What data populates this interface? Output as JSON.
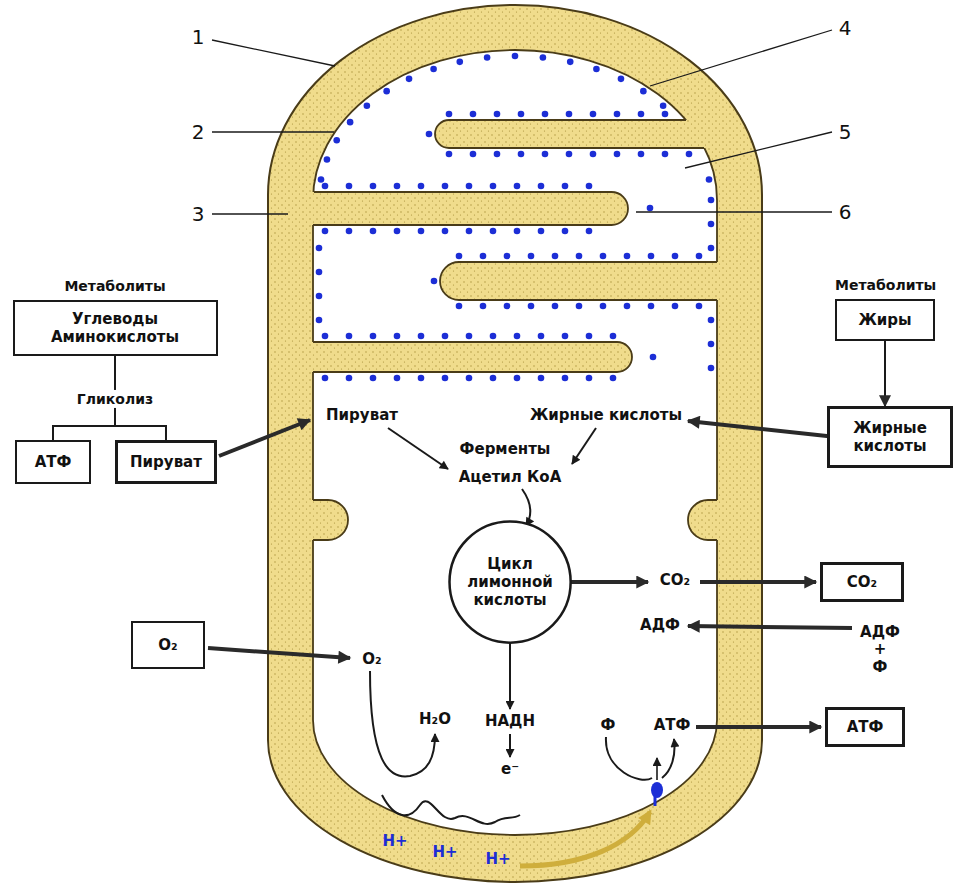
{
  "diagram": {
    "nodes": [
      {
        "text": [
          "Метаболиты",
          "Углеводы Аминокислоты"
        ]
      },
      {
        "text": [
          "Метаболиты",
          "Жиры"
        ]
      },
      {
        "text": [
          "АТФ"
        ]
      },
      {
        "text": [
          "Пируват"
        ]
      },
      {
        "text": [
          "Жирные кислоты"
        ]
      },
      {
        "text": [
          "Цикл лимонной кислоты"
        ]
      },
      {
        "text": [
          "CO₂"
        ]
      },
      {
        "text": [
          "O₂"
        ]
      },
      {
        "text": [
          "АТФ"
        ]
      }
    ],
    "edges": [
      {
        "from": 0,
        "to": 2,
        "arrow": "none",
        "label": "Гликолиз"
      },
      {
        "from": 0,
        "to": 3,
        "arrow": "none"
      },
      {
        "from": 1,
        "to": 4,
        "arrow": "to"
      }
    ],
    "labels": [
      "1",
      "2",
      "3",
      "4",
      "5",
      "6",
      "Пируват",
      "Жирные кислоты",
      "Ферменты",
      "Ацетил КоА",
      "CO₂",
      "АДФ",
      "АДФ + Ф",
      "O₂",
      "H₂O",
      "НАДН",
      "e⁻",
      "Ф",
      "АТФ",
      "H+",
      "H+",
      "H+"
    ]
  }
}
